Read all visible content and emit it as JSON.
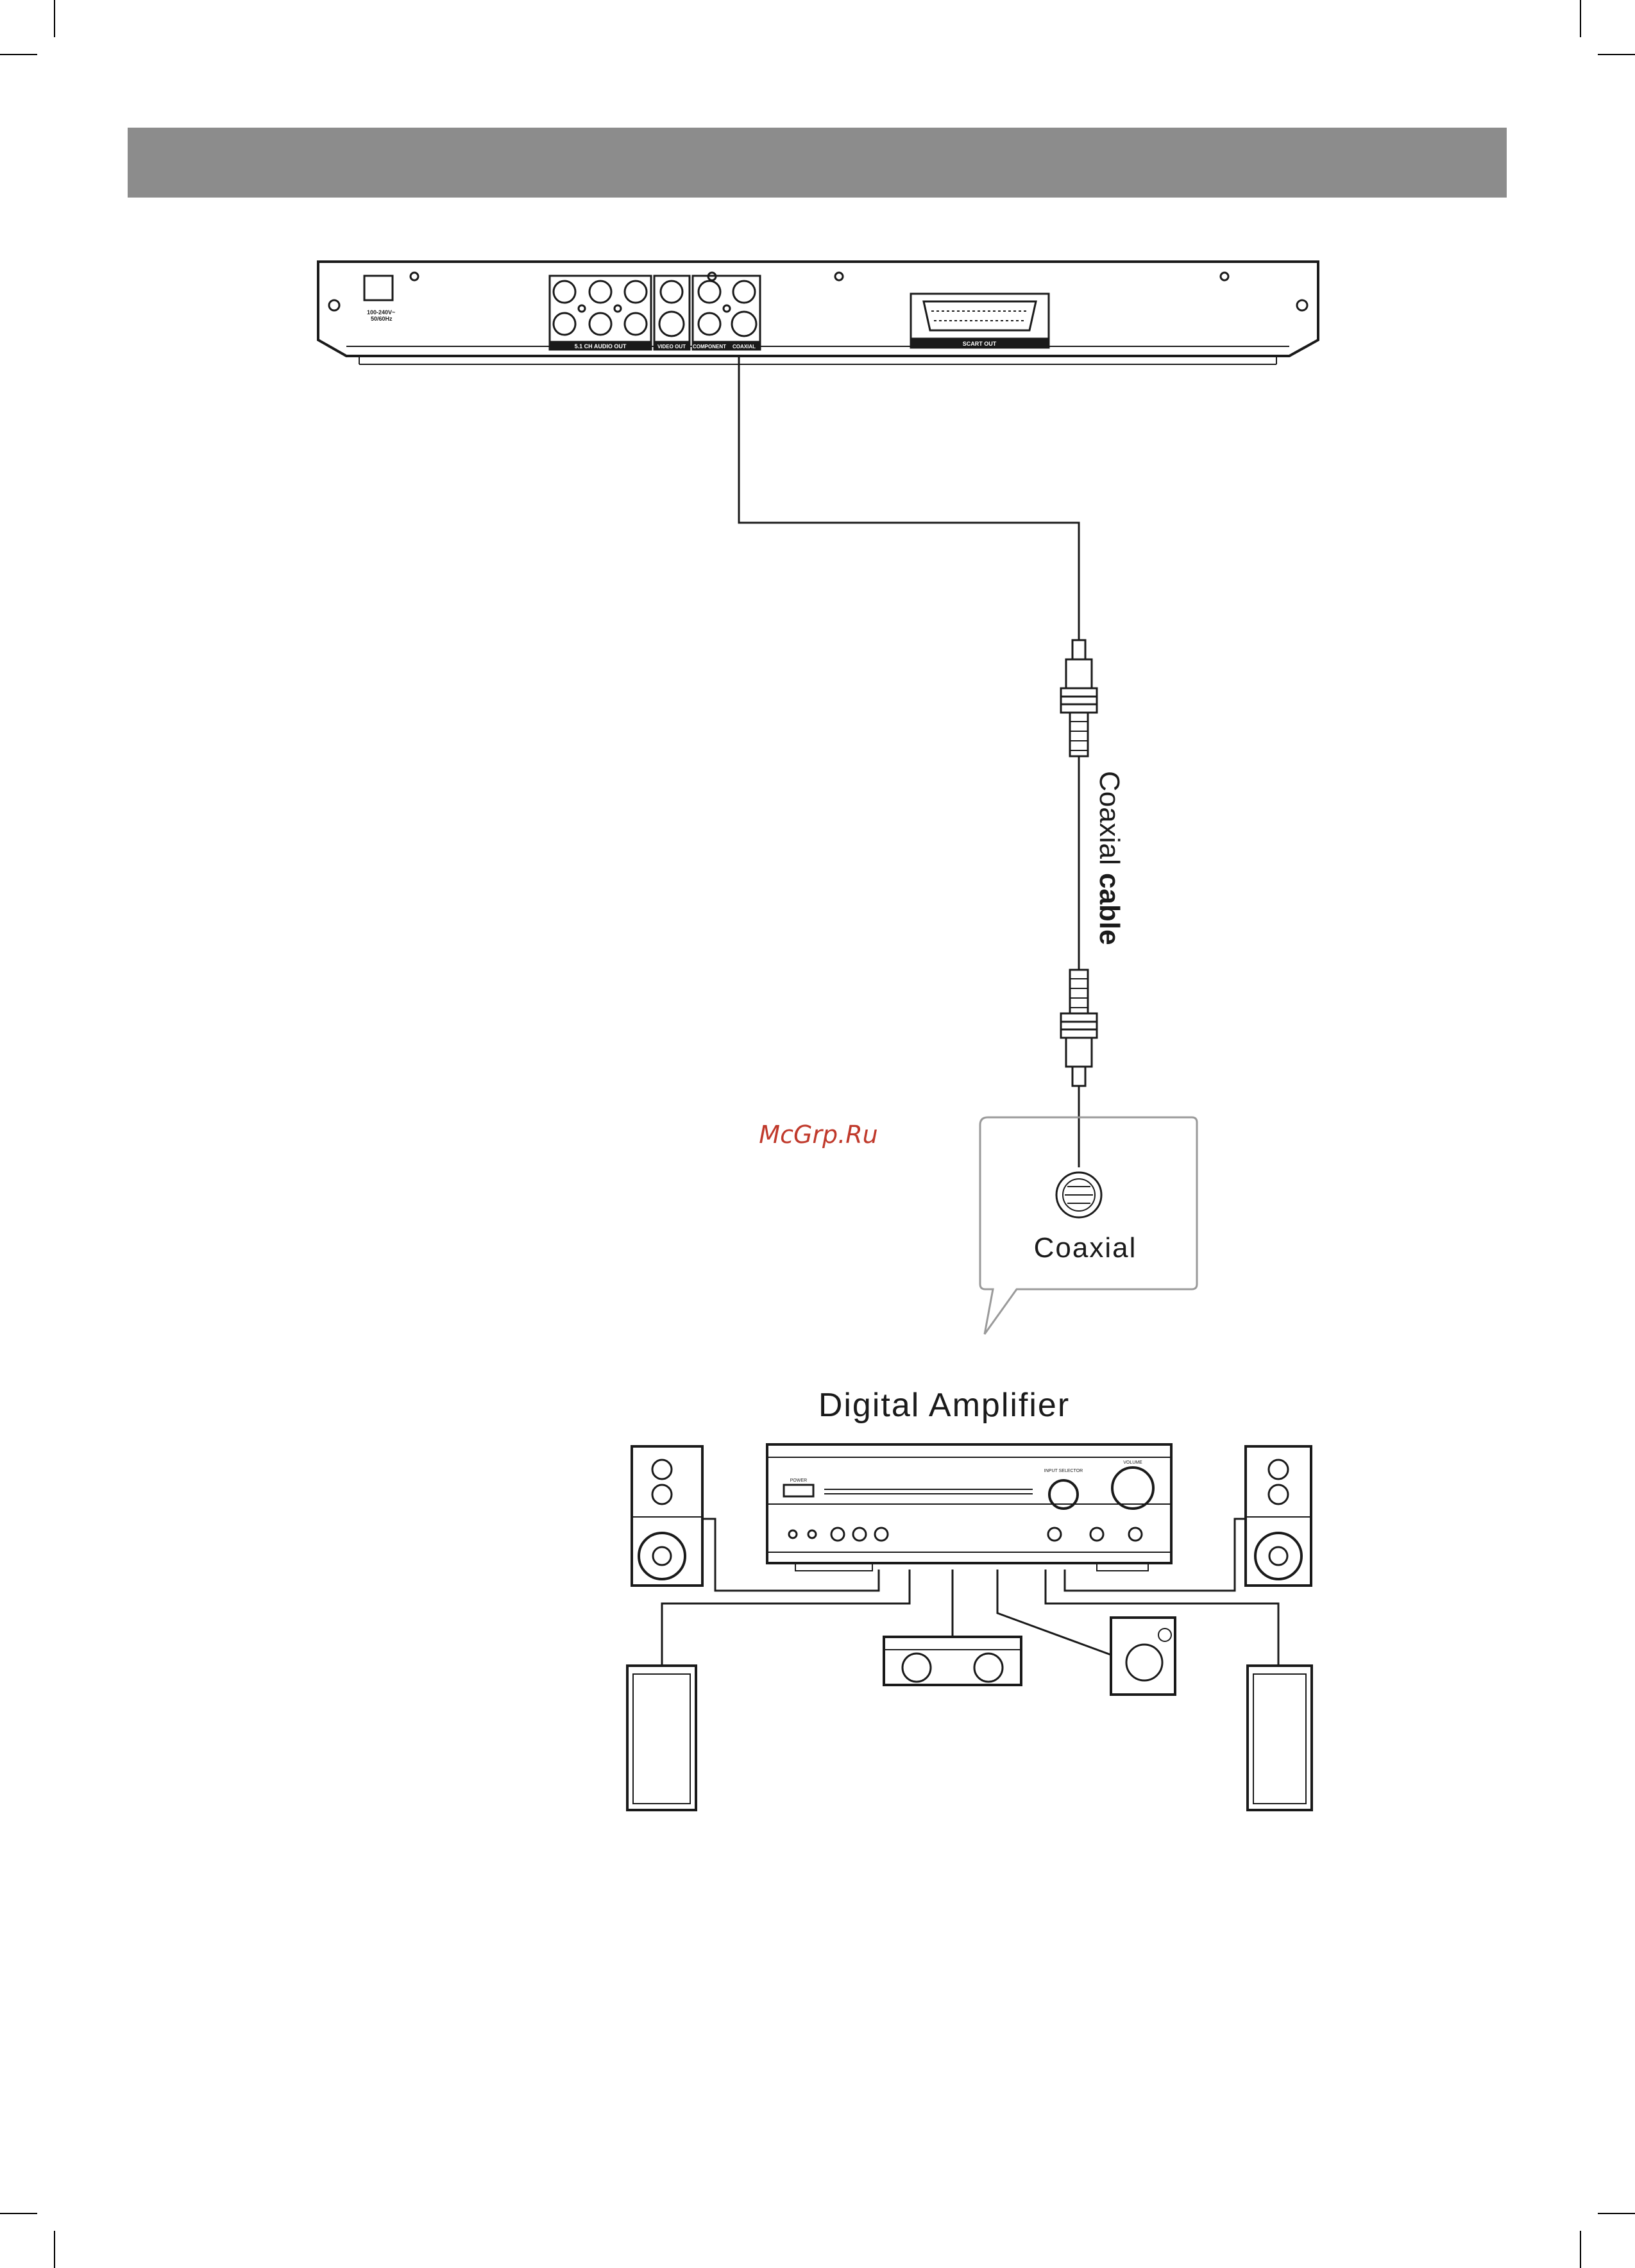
{
  "colors": {
    "header_bar": "#8c8c8c",
    "line": "#1a1a1a",
    "watermark": "#c0392b"
  },
  "dvd_player": {
    "power_label_1": "100-240V~",
    "power_label_2": "50/60Hz",
    "audio_out_label": "5.1 CH AUDIO OUT",
    "video_out_label": "VIDEO OUT",
    "component_label": "COMPONENT",
    "coaxial_label": "COAXIAL",
    "scart_label": "SCART OUT"
  },
  "cable": {
    "label_regular": "Coaxial ",
    "label_bold": "cable"
  },
  "callout": {
    "label": "Coaxial"
  },
  "amplifier": {
    "title": "Digital Amplifier",
    "power_label": "POWER",
    "input_selector_label": "INPUT SELECTOR",
    "volume_label": "VOLUME"
  },
  "watermark": "McGrp.Ru"
}
